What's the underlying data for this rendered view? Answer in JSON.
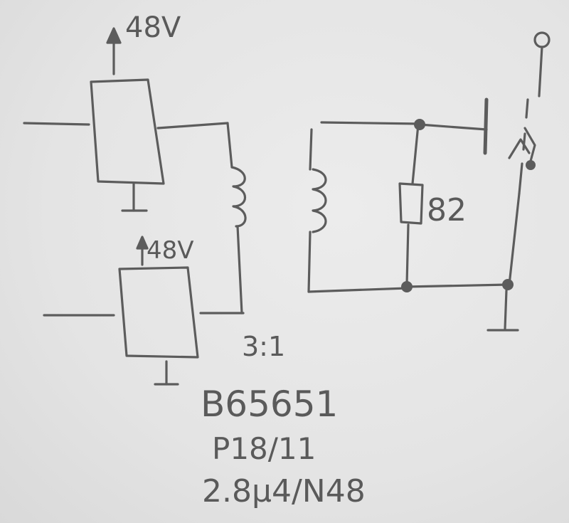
{
  "labels": {
    "supply_top": "48V",
    "supply_bottom": "48V",
    "resistor": "82",
    "ratio": "3:1",
    "part_line1": "B65651",
    "part_line2": "P18/11",
    "part_line3": "2.8µ4/N48"
  },
  "colors": {
    "ink": "#5c5c5c",
    "paper": "#e6e6e6"
  }
}
